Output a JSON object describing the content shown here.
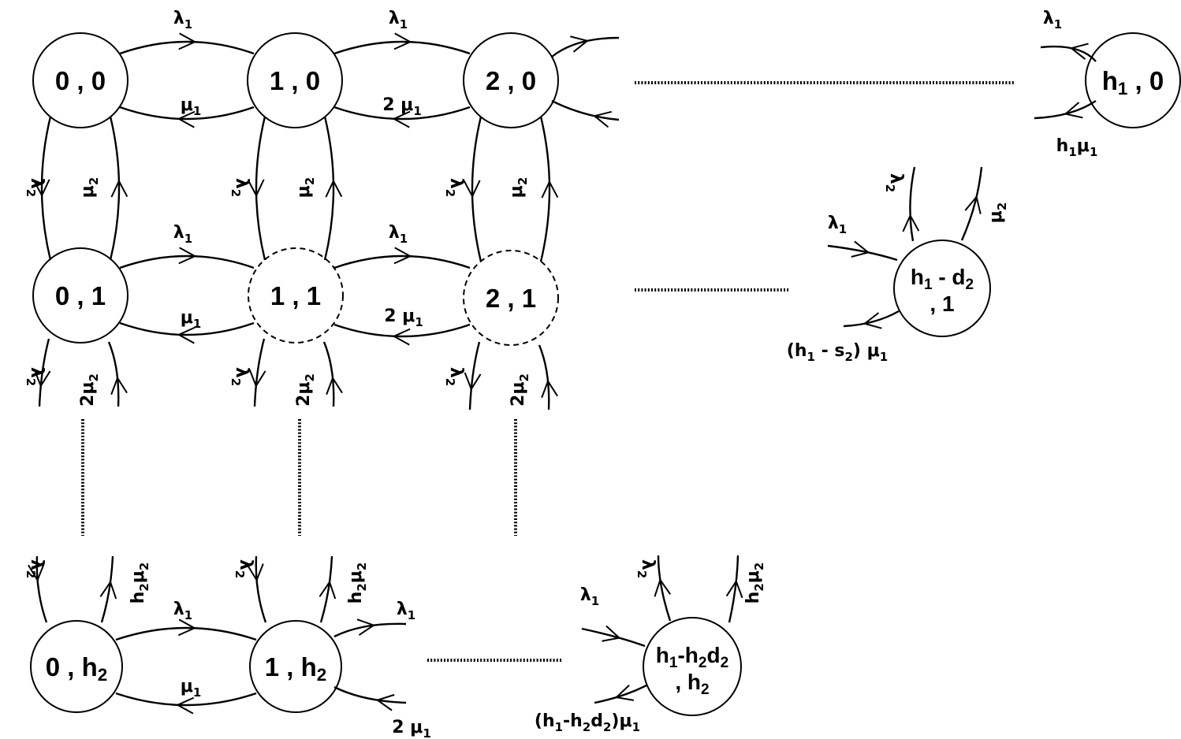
{
  "nodes": {
    "n00": {
      "lines": [
        [
          [
            "0 , 0",
            ""
          ]
        ]
      ]
    },
    "n10": {
      "lines": [
        [
          [
            "1 , 0",
            ""
          ]
        ]
      ]
    },
    "n20": {
      "lines": [
        [
          [
            "2 , 0",
            ""
          ]
        ]
      ]
    },
    "nh10": {
      "lines": [
        [
          [
            "h",
            ""
          ],
          [
            "1",
            "sub"
          ],
          [
            " , 0",
            ""
          ]
        ]
      ]
    },
    "n01": {
      "lines": [
        [
          [
            "0 , 1",
            ""
          ]
        ]
      ]
    },
    "n11": {
      "lines": [
        [
          [
            "1 , 1",
            ""
          ]
        ]
      ]
    },
    "n21": {
      "lines": [
        [
          [
            "2 , 1",
            ""
          ]
        ]
      ]
    },
    "nhd1": {
      "lines": [
        [
          [
            "h",
            ""
          ],
          [
            "1",
            "sub"
          ],
          [
            " - d",
            ""
          ],
          [
            "2",
            "sub"
          ]
        ],
        [
          [
            ", 1",
            ""
          ]
        ]
      ]
    },
    "n0h": {
      "lines": [
        [
          [
            "0 , h",
            ""
          ],
          [
            "2",
            "sub"
          ]
        ]
      ]
    },
    "n1h": {
      "lines": [
        [
          [
            "1 , h",
            ""
          ],
          [
            "2",
            "sub"
          ]
        ]
      ]
    },
    "nhh": {
      "lines": [
        [
          [
            "h",
            ""
          ],
          [
            "1",
            "sub"
          ],
          [
            "-h",
            ""
          ],
          [
            "2",
            "sub"
          ],
          [
            "d",
            ""
          ],
          [
            "2",
            "sub"
          ]
        ],
        [
          [
            ", h",
            ""
          ],
          [
            "2",
            "sub"
          ]
        ]
      ]
    }
  },
  "rates": {
    "lambda1": [
      [
        "λ",
        ""
      ],
      [
        "1",
        "sub"
      ]
    ],
    "lambda2": [
      [
        "λ",
        ""
      ],
      [
        "2",
        "sub"
      ]
    ],
    "mu1": [
      [
        "μ",
        ""
      ],
      [
        "1",
        "sub"
      ]
    ],
    "mu2": [
      [
        "μ",
        ""
      ],
      [
        "2",
        "sub"
      ]
    ],
    "two_mu1": [
      [
        "2 μ",
        ""
      ],
      [
        "1",
        "sub"
      ]
    ],
    "two_mu2": [
      [
        "2μ",
        ""
      ],
      [
        "2",
        "sub"
      ]
    ],
    "h1mu1": [
      [
        "h",
        ""
      ],
      [
        "1",
        "sub"
      ],
      [
        "μ",
        ""
      ],
      [
        "1",
        "sub"
      ]
    ],
    "h2mu2": [
      [
        "h",
        ""
      ],
      [
        "2",
        "sub"
      ],
      [
        "μ",
        ""
      ],
      [
        "2",
        "sub"
      ]
    ],
    "h1_s2_mu1": [
      [
        "(h",
        ""
      ],
      [
        "1",
        "sub"
      ],
      [
        " - s",
        ""
      ],
      [
        "2",
        "sub"
      ],
      [
        ") μ",
        ""
      ],
      [
        "1",
        "sub"
      ]
    ],
    "h1_h2d2_mu1": [
      [
        "(h",
        ""
      ],
      [
        "1",
        "sub"
      ],
      [
        "-h",
        ""
      ],
      [
        "2",
        "sub"
      ],
      [
        "d",
        ""
      ],
      [
        "2",
        "sub"
      ],
      [
        ")μ",
        ""
      ],
      [
        "1",
        "sub"
      ]
    ]
  }
}
